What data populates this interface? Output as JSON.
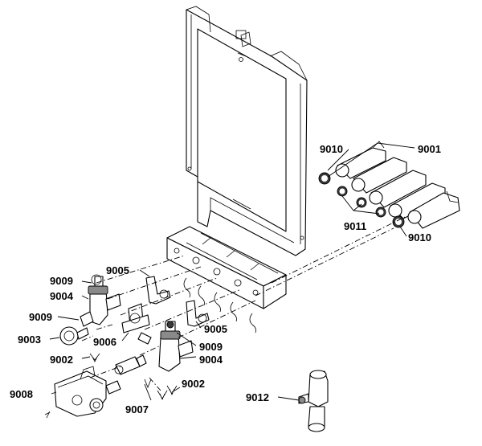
{
  "labels": {
    "l9001": "9001",
    "l9002a": "9002",
    "l9002b": "9002",
    "l9003": "9003",
    "l9004a": "9004",
    "l9004b": "9004",
    "l9005a": "9005",
    "l9005b": "9005",
    "l9006": "9006",
    "l9007": "9007",
    "l9008": "9008",
    "l9009a": "9009",
    "l9009b": "9009",
    "l9009c": "9009",
    "l9010a": "9010",
    "l9010b": "9010",
    "l9011": "9011",
    "l9012": "9012"
  }
}
